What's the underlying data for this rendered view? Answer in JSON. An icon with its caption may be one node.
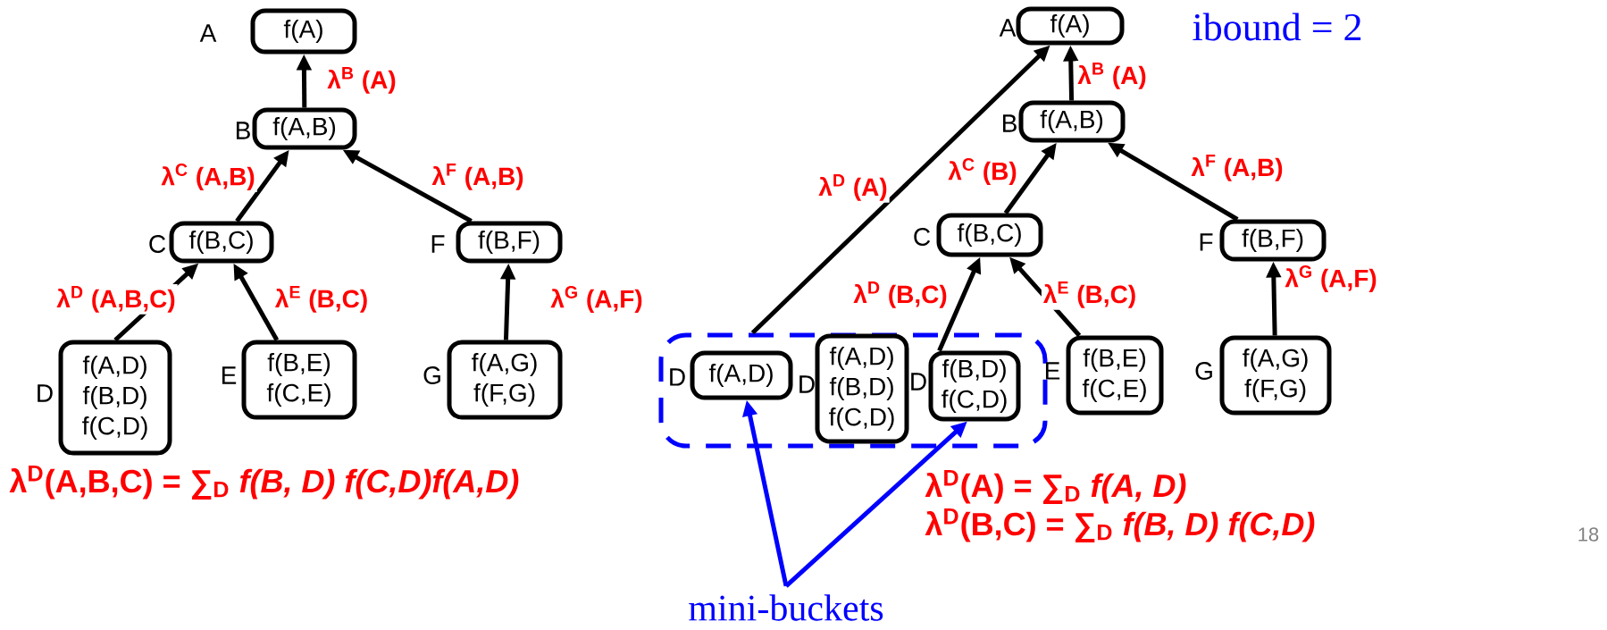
{
  "diagram": {
    "nodes": [
      {
        "text": [
          "f(A)"
        ],
        "beside": [
          "A"
        ]
      },
      {
        "text": [
          "f(A,B)"
        ],
        "beside": [
          "B"
        ]
      },
      {
        "text": [
          "f(B,C)"
        ],
        "beside": [
          "C"
        ]
      },
      {
        "text": [
          "f(B,F)"
        ],
        "beside": [
          "F"
        ]
      },
      {
        "text": [
          "f(A,D)",
          "f(B,D)",
          "f(C,D)"
        ],
        "beside": [
          "D"
        ]
      },
      {
        "text": [
          "f(B,E)",
          "f(C,E)"
        ],
        "beside": [
          "E"
        ]
      },
      {
        "text": [
          "f(A,G)",
          "f(F,G)"
        ],
        "beside": [
          "G"
        ]
      },
      {
        "text": [
          "f(A)"
        ],
        "beside": [
          "A"
        ]
      },
      {
        "text": [
          "f(A,B)"
        ],
        "beside": [
          "B"
        ]
      },
      {
        "text": [
          "f(B,C)"
        ],
        "beside": [
          "C"
        ]
      },
      {
        "text": [
          "f(B,F)"
        ],
        "beside": [
          "F"
        ]
      },
      {
        "text": [],
        "shape": "box"
      },
      {
        "text": [
          "f(A,D)"
        ],
        "beside": [
          "D"
        ],
        "in": 11
      },
      {
        "text": [
          "f(A,D)",
          "f(B,D)",
          "f(C,D)"
        ],
        "beside": [
          "D"
        ],
        "in": 11
      },
      {
        "text": [
          "f(B,D)",
          "f(C,D)"
        ],
        "beside": [
          "D"
        ],
        "in": 11
      },
      {
        "text": [
          "f(B,E)",
          "f(C,E)"
        ],
        "beside": [
          "E"
        ]
      },
      {
        "text": [
          "f(A,G)",
          "f(F,G)"
        ],
        "beside": [
          "G"
        ]
      },
      {
        "text": [
          "mini-buckets"
        ]
      }
    ],
    "edges": [
      {
        "from": 1,
        "to": 0,
        "arrow": "to",
        "label": "λ$^{B}$ (A)"
      },
      {
        "from": 2,
        "to": 1,
        "arrow": "to",
        "label": "λ$^{C}$ (A,B)"
      },
      {
        "from": 3,
        "to": 1,
        "arrow": "to",
        "label": "λ$^{F}$ (A,B)"
      },
      {
        "from": 4,
        "to": 2,
        "arrow": "to",
        "label": "λ$^{D}$ (A,B,C)"
      },
      {
        "from": 5,
        "to": 2,
        "arrow": "to",
        "label": "λ$^{E}$ (B,C)"
      },
      {
        "from": 6,
        "to": 3,
        "arrow": "to",
        "label": "λ$^{G}$ (A,F)"
      },
      {
        "from": 8,
        "to": 7,
        "arrow": "to",
        "label": "λ$^{B}$ (A)"
      },
      {
        "from": 11,
        "to": 7,
        "arrow": "to",
        "label": "λ$^{D}$ (A)"
      },
      {
        "from": 9,
        "to": 8,
        "arrow": "to",
        "label": "λ$^{C}$ (B)"
      },
      {
        "from": 10,
        "to": 8,
        "arrow": "to",
        "label": "λ$^{F}$ (A,B)"
      },
      {
        "from": 14,
        "to": 9,
        "arrow": "to",
        "label": "λ$^{D}$ (B,C)"
      },
      {
        "from": 15,
        "to": 9,
        "arrow": "to",
        "label": "λ$^{E}$ (B,C)"
      },
      {
        "from": 16,
        "to": 10,
        "arrow": "to",
        "label": "λ$^{G}$ (A,F)"
      },
      {
        "from": 17,
        "to": 12,
        "arrow": "to",
        "color": "#0000ff"
      },
      {
        "from": 17,
        "to": 14,
        "arrow": "to",
        "color": "#0000ff"
      }
    ],
    "labels": [
      "ibound = 2",
      "λ$^{D}$(A,B,C) = ∑$_{D}$ *f(B, D) f(C,D)f(A,D)*",
      "λ$^{D}$(A) = ∑$_{D}$ *f(A, D)*",
      "λ$^{D}$(B,C) = ∑$_{D}$ *f(B, D) f(C,D)*",
      "18"
    ]
  }
}
